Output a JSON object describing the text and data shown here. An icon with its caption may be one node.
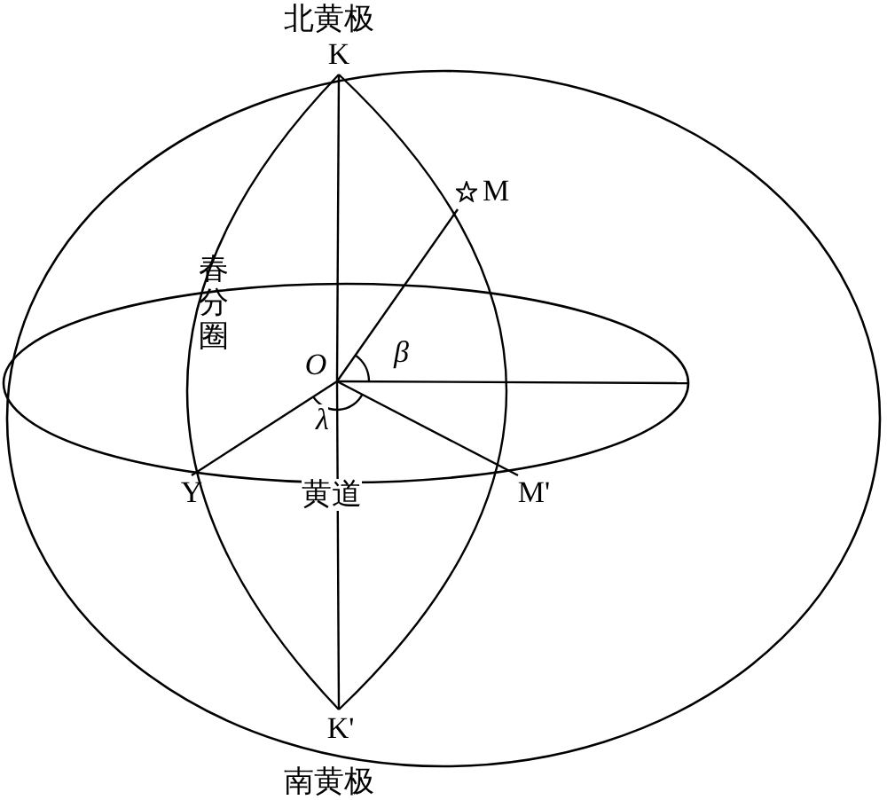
{
  "diagram": {
    "nodes": [
      {
        "text": [
          "K"
        ],
        "beside": [
          "北黄极"
        ]
      },
      {
        "text": [
          "M"
        ]
      },
      {
        "text": [
          "O"
        ]
      },
      {
        "text": [
          "Υ"
        ]
      },
      {
        "text": [
          "M'"
        ]
      },
      {
        "text": [
          "K'"
        ],
        "beside": [
          "南黄极"
        ]
      }
    ],
    "edges": [
      {
        "from": 0,
        "to": 2,
        "arrow": "none"
      },
      {
        "from": 2,
        "to": 5,
        "arrow": "none"
      },
      {
        "from": 2,
        "to": 1,
        "arrow": "none"
      },
      {
        "from": 2,
        "to": 3,
        "arrow": "none"
      },
      {
        "from": 2,
        "to": 4,
        "arrow": "none"
      },
      {
        "from": 2,
        "to": null,
        "arrow": "none"
      }
    ],
    "labels": [
      "春分圈",
      "β",
      "λ",
      "黄道"
    ]
  }
}
